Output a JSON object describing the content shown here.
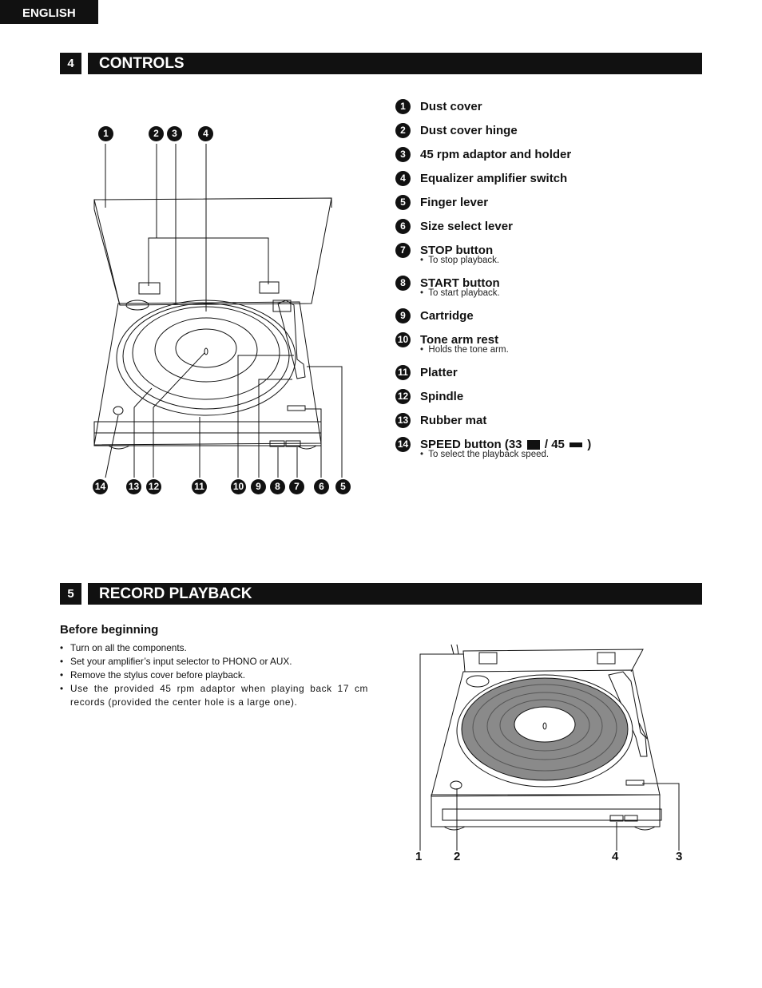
{
  "header": {
    "language_tab": "ENGLISH"
  },
  "section4": {
    "number": "4",
    "title": "CONTROLS",
    "parts": [
      {
        "num": "1",
        "label": "Dust cover"
      },
      {
        "num": "2",
        "label": "Dust cover hinge"
      },
      {
        "num": "3",
        "label": "45 rpm adaptor and holder"
      },
      {
        "num": "4",
        "label": "Equalizer amplifier switch"
      },
      {
        "num": "5",
        "label": "Finger lever"
      },
      {
        "num": "6",
        "label": "Size select lever"
      },
      {
        "num": "7",
        "label": "STOP button",
        "note": "To stop playback."
      },
      {
        "num": "8",
        "label": "START button",
        "note": "To start playback."
      },
      {
        "num": "9",
        "label": "Cartridge"
      },
      {
        "num": "10",
        "label": "Tone arm rest",
        "note": "Holds the tone arm."
      },
      {
        "num": "11",
        "label": "Platter"
      },
      {
        "num": "12",
        "label": "Spindle"
      },
      {
        "num": "13",
        "label": "Rubber mat"
      },
      {
        "num": "14",
        "label_prefix": "SPEED button (33",
        "label_mid": "/ 45",
        "label_suffix": ")",
        "note": "To select the playback speed."
      }
    ],
    "diagram_callouts_top": [
      "1",
      "2",
      "3",
      "4"
    ],
    "diagram_callouts_bottom": [
      "14",
      "13",
      "12",
      "11",
      "10",
      "9",
      "8",
      "7",
      "6",
      "5"
    ]
  },
  "section5": {
    "number": "5",
    "title": "RECORD PLAYBACK",
    "subheading": "Before beginning",
    "steps": [
      "Turn on all the components.",
      "Set your amplifier’s input selector to PHONO or AUX.",
      "Remove the stylus cover before playback.",
      "Use the provided 45 rpm adaptor when playing back 17 cm records (provided the center hole is a large one)."
    ],
    "figure_labels": [
      "1",
      "2",
      "4",
      "3"
    ]
  }
}
